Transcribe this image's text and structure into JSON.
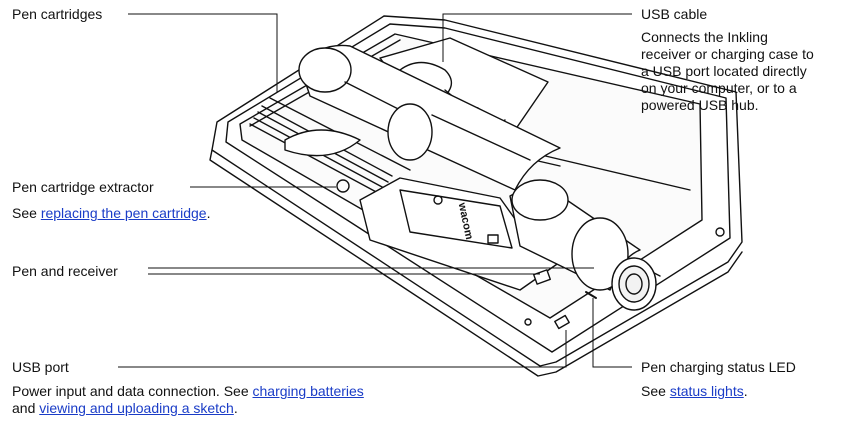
{
  "callouts": {
    "pen_cartridges": {
      "label": "Pen cartridges"
    },
    "usb_cable": {
      "label": "USB cable",
      "desc_lines": [
        "Connects the Inkling",
        "receiver or charging case to",
        "a USB port located directly",
        "on your computer, or to a",
        "powered USB hub."
      ]
    },
    "extractor": {
      "label": "Pen cartridge extractor",
      "see": "See ",
      "link": "replacing the pen cartridge",
      "after": "."
    },
    "pen_receiver": {
      "label": "Pen and receiver"
    },
    "usb_port": {
      "label": "USB port",
      "line1_text": "Power input and data connection.  See ",
      "line1_link": "charging batteries",
      "line2_text": "and ",
      "line2_link": "viewing and uploading a sketch",
      "line2_after": "."
    },
    "led": {
      "label": "Pen charging status LED",
      "see": "See ",
      "link": "status lights",
      "after": "."
    }
  },
  "product": {
    "brand_text": "wacom"
  }
}
